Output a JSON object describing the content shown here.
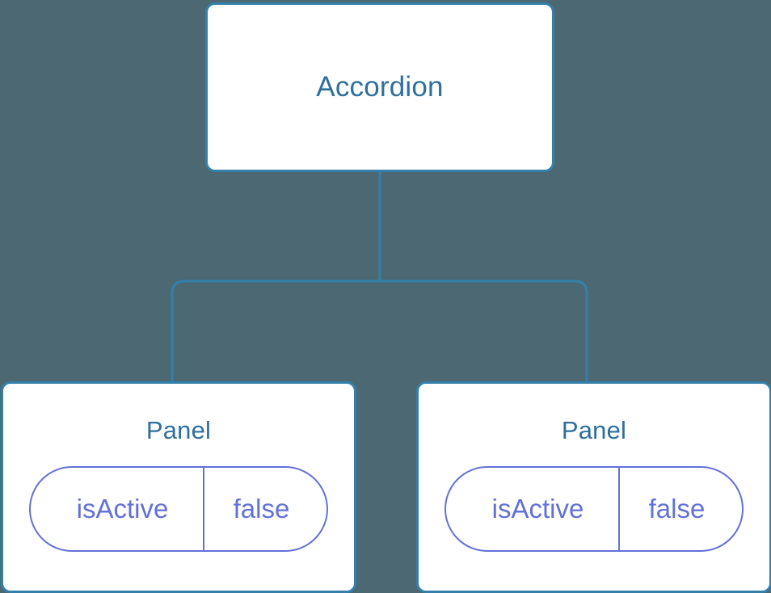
{
  "diagram": {
    "background_color": "#4c6873",
    "node_border_color": "#3480ab",
    "node_title_color": "#2e6f9e",
    "node_fill_color": "#ffffff",
    "edge_color": "#3480ab",
    "state_accent_color": "#6271d8",
    "root": {
      "title": "Accordion"
    },
    "children": [
      {
        "title": "Panel",
        "state": {
          "key": "isActive",
          "value": "false"
        }
      },
      {
        "title": "Panel",
        "state": {
          "key": "isActive",
          "value": "false"
        }
      }
    ]
  }
}
